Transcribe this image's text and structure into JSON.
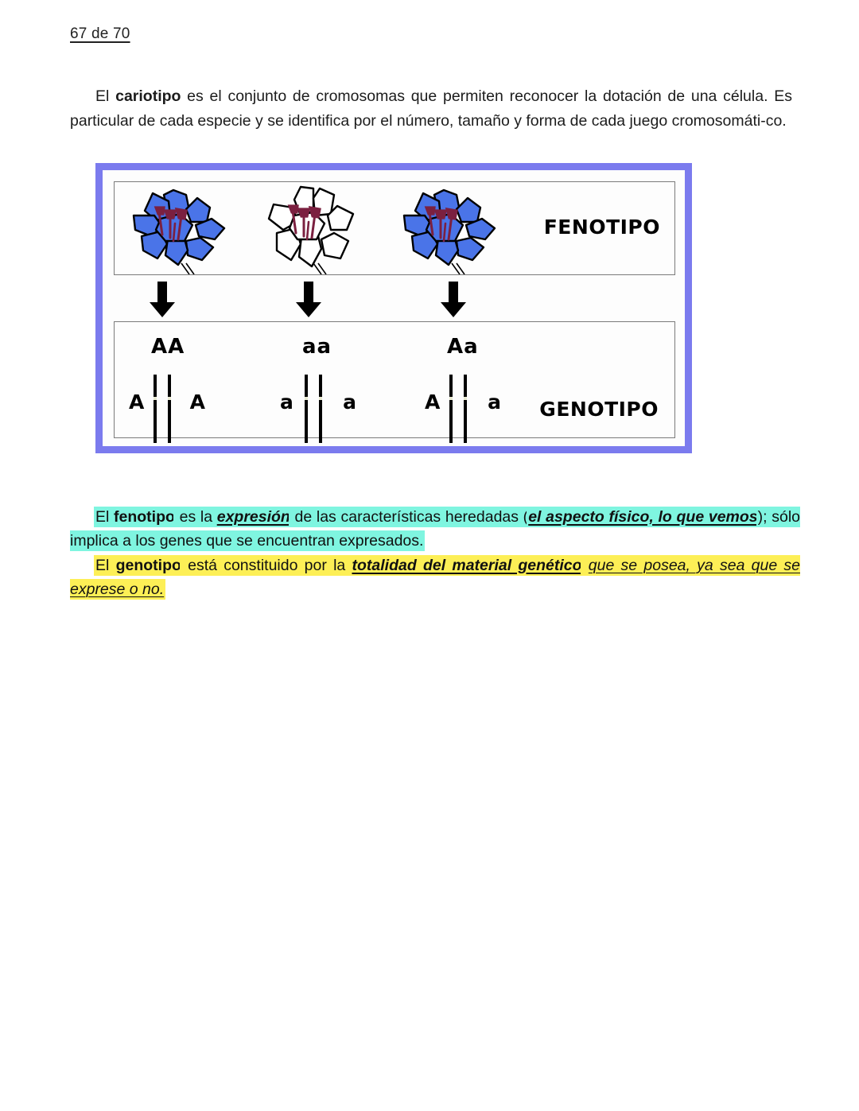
{
  "page": {
    "number_label": "67 de 70"
  },
  "paragraphs": {
    "cariotipo": {
      "lead": "El ",
      "term": "cariotipo",
      "rest": " es el conjunto de cromosomas que permiten reconocer la dotación de una célula. Es particular de cada especie y se identifica por el número, tamaño y forma de cada juego cromosomáti-co."
    },
    "fenotipo": {
      "lead": "El ",
      "term": "fenotipo",
      "mid1": " es la ",
      "emphasis1": "expresión",
      "mid2": " de las características heredadas (",
      "emphasis2": "el aspecto físico, lo que vemos",
      "tail": "); sólo implica a los genes que se encuentran expresados.",
      "highlight_color": "#7ff5e0"
    },
    "genotipo": {
      "lead": "El ",
      "term": "genotipo",
      "mid1": " está constituido por la ",
      "emphasis1": "totalidad del material genético",
      "mid2": " ",
      "emphasis2": "que se posea, ya sea que se exprese o no.",
      "highlight_color": "#fdef56"
    }
  },
  "diagram": {
    "frame_color": "#7b7bee",
    "phenotype": {
      "label": "FENOTIPO",
      "flowers": [
        {
          "name": "blue-lily-left",
          "petal_color": "#4a74e8",
          "stamen_color": "#7b2040"
        },
        {
          "name": "white-lily-middle",
          "petal_color": "#ffffff",
          "stamen_color": "#7b2040"
        },
        {
          "name": "blue-lily-right",
          "petal_color": "#4a74e8",
          "stamen_color": "#7b2040"
        }
      ]
    },
    "arrows": [
      {
        "name": "arrow-down-1"
      },
      {
        "name": "arrow-down-2"
      },
      {
        "name": "arrow-down-3"
      }
    ],
    "genotype": {
      "label": "GENOTIPO",
      "columns": [
        {
          "pair": "AA",
          "left_allele": "A",
          "right_allele": "A"
        },
        {
          "pair": "aa",
          "left_allele": "a",
          "right_allele": "a"
        },
        {
          "pair": "Aa",
          "left_allele": "A",
          "right_allele": "a"
        }
      ]
    }
  }
}
